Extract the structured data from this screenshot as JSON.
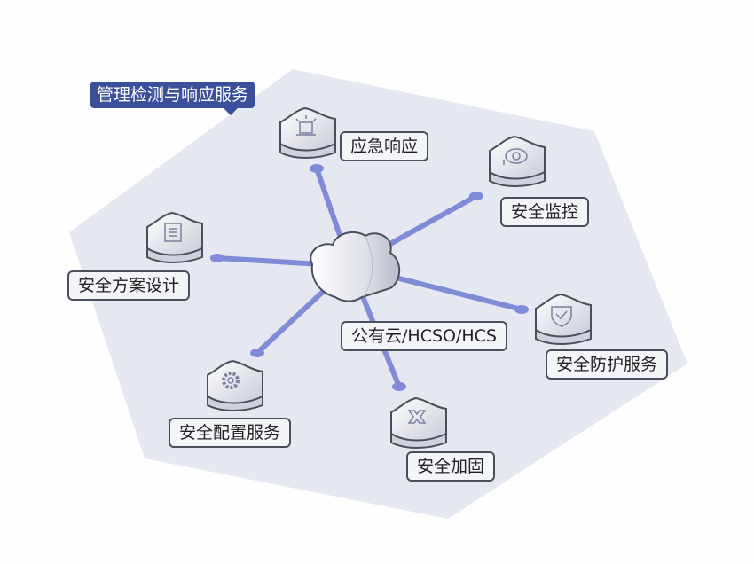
{
  "title": "管理检测与响应服务",
  "center": {
    "label": "公有云/HCSO/HCS",
    "icon": "cloud-icon"
  },
  "nodes": [
    {
      "id": "emergency-response",
      "label": "应急响应",
      "icon": "alarm-light-icon"
    },
    {
      "id": "security-monitoring",
      "label": "安全监控",
      "icon": "eye-icon"
    },
    {
      "id": "security-solution-design",
      "label": "安全方案设计",
      "icon": "document-icon"
    },
    {
      "id": "security-protection-service",
      "label": "安全防护服务",
      "icon": "shield-check-icon"
    },
    {
      "id": "security-configuration-service",
      "label": "安全配置服务",
      "icon": "gear-icon"
    },
    {
      "id": "security-hardening",
      "label": "安全加固",
      "icon": "cross-icon"
    }
  ],
  "colors": {
    "platform": "#e6e8f1",
    "connector": "#7f8bd6",
    "title_bg": "#3b4f9a",
    "outline": "#4a4f5c"
  }
}
